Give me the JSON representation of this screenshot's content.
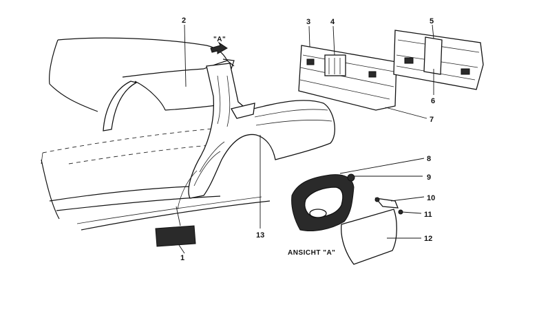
{
  "diagram": {
    "caption": "ANSICHT \"A\"",
    "view_marker": "\"A\"",
    "labels": [
      "1",
      "2",
      "3",
      "4",
      "5",
      "6",
      "7",
      "8",
      "9",
      "10",
      "11",
      "12",
      "13"
    ]
  }
}
